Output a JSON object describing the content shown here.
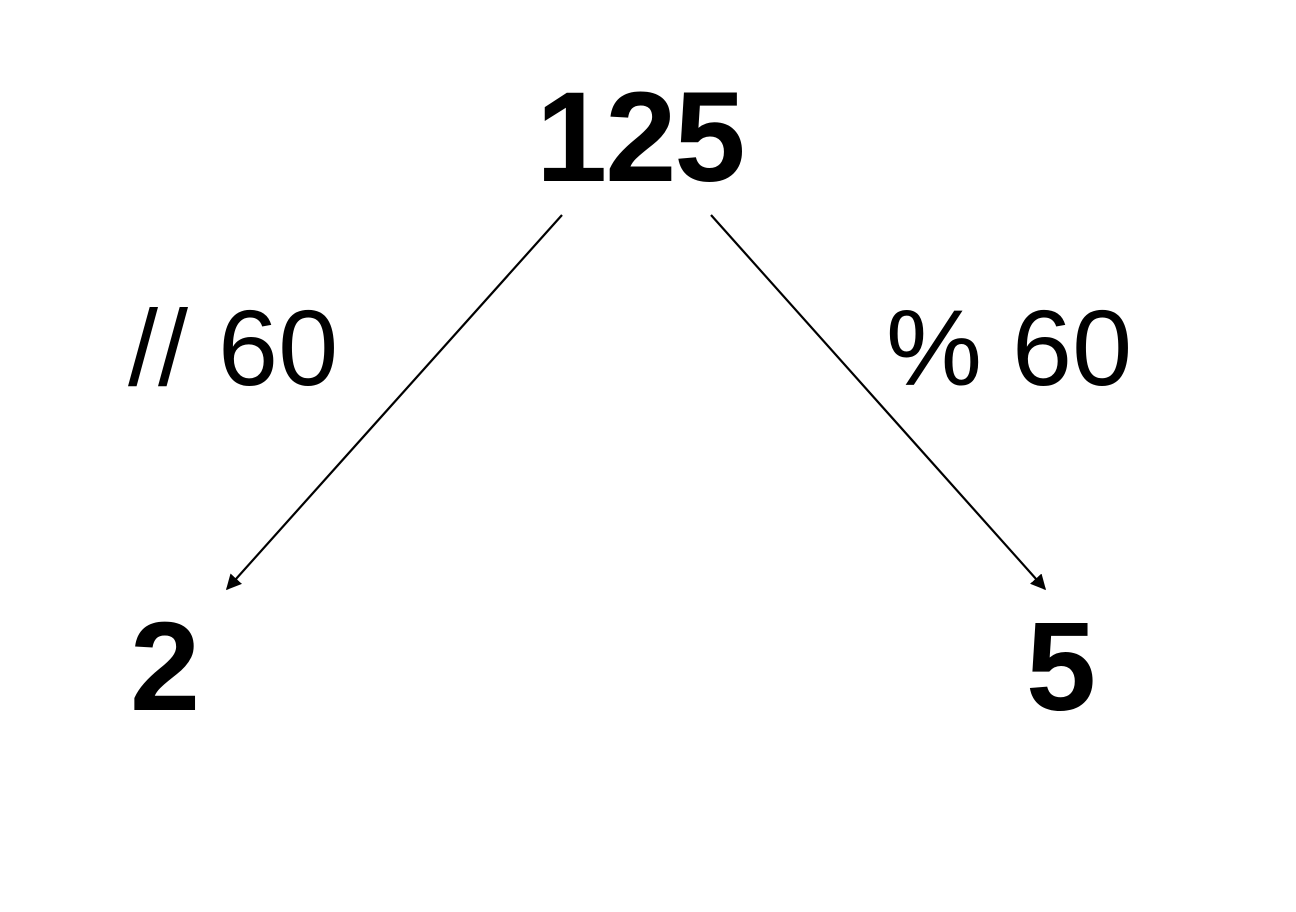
{
  "diagram": {
    "root_value": "125",
    "left_operation": "// 60",
    "right_operation": "% 60",
    "left_result": "2",
    "right_result": "5",
    "line_color": "#000000",
    "text_color": "#000000",
    "background": "#ffffff"
  }
}
